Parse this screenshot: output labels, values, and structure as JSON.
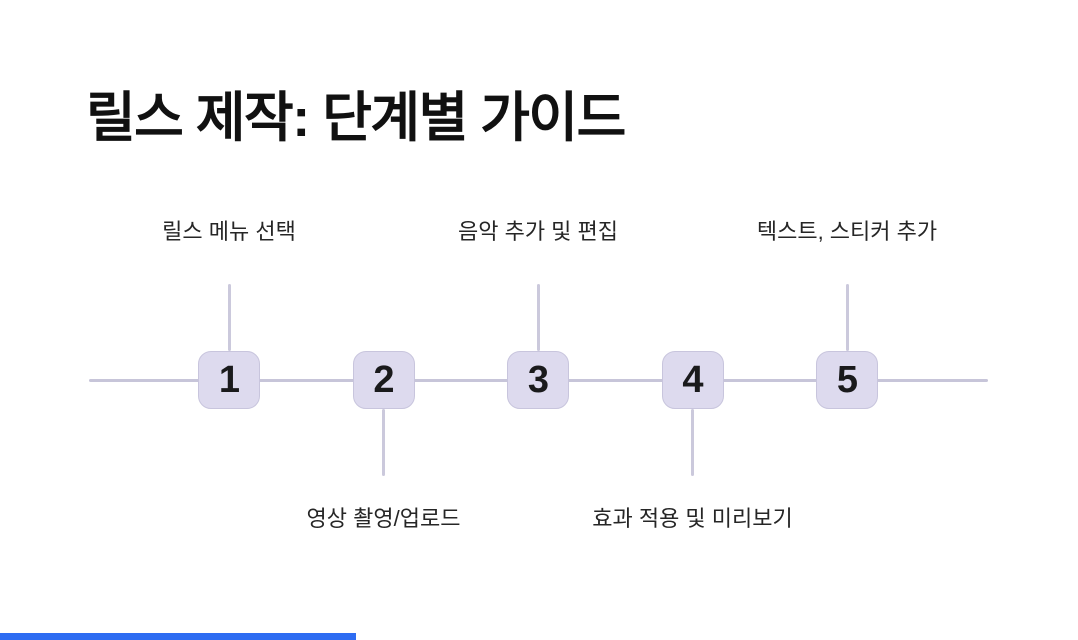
{
  "page": {
    "background": "#ffffff"
  },
  "title": "릴스 제작: 단계별 가이드",
  "colors": {
    "title_text": "#111111",
    "timeline_line": "#c7c5d9",
    "connector_line": "#cbc9dc",
    "box_fill": "#dddaee",
    "box_border": "#c8c5dd",
    "number_text": "#1a1a1c",
    "label_text": "#262626",
    "progress_bar": "#2e6cf2"
  },
  "timeline": {
    "steps": [
      {
        "number": "1",
        "label": "릴스 메뉴 선택",
        "label_position": "above"
      },
      {
        "number": "2",
        "label": "영상 촬영/업로드",
        "label_position": "below"
      },
      {
        "number": "3",
        "label": "음악 추가 및 편집",
        "label_position": "above"
      },
      {
        "number": "4",
        "label": "효과 적용 및 미리보기",
        "label_position": "below"
      },
      {
        "number": "5",
        "label": "텍스트, 스티커 추가",
        "label_position": "above"
      }
    ]
  },
  "progress_bar": {
    "percent": 33
  }
}
